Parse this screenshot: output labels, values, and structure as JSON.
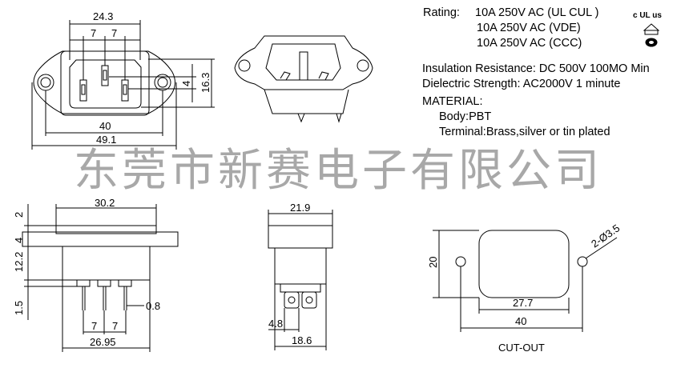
{
  "specs": {
    "rating_label": "Rating:",
    "rating_lines": [
      "10A 250V AC (UL  CUL )",
      "10A 250V AC (VDE)",
      "10A 250V AC (CCC)"
    ],
    "insulation": "Insulation Resistance: DC 500V 100MO Min",
    "dielectric": "Dielectric Strength: AC2000V 1 minute",
    "material_label": "MATERIAL:",
    "body": "Body:PBT",
    "terminal": "Terminal:Brass,silver or tin plated",
    "cert_marks": [
      "c UL us",
      "VDE",
      "CCC"
    ]
  },
  "watermark": "东莞市新赛电子有限公司",
  "front_view": {
    "width_inner": "24.3",
    "pin_pitch_1": "7",
    "pin_pitch_2": "7",
    "pin_offset": "4",
    "height": "16.3",
    "hole_pitch": "40",
    "overall_width": "49.1"
  },
  "side_view": {
    "body_width": "30.2",
    "flange_step": "2",
    "flange_thickness": "4",
    "body_depth": "12.2",
    "pin_length": "1.5",
    "pin_thickness": "0.8",
    "pin_pitch_1": "7",
    "pin_pitch_2": "7",
    "overall": "26.95"
  },
  "end_view": {
    "width": "21.9",
    "pin_width": "4.8",
    "base_width": "18.6"
  },
  "cutout": {
    "height": "20",
    "width": "27.7",
    "hole_pitch": "40",
    "holes": "2-Ø3.5",
    "label": "CUT-OUT"
  }
}
